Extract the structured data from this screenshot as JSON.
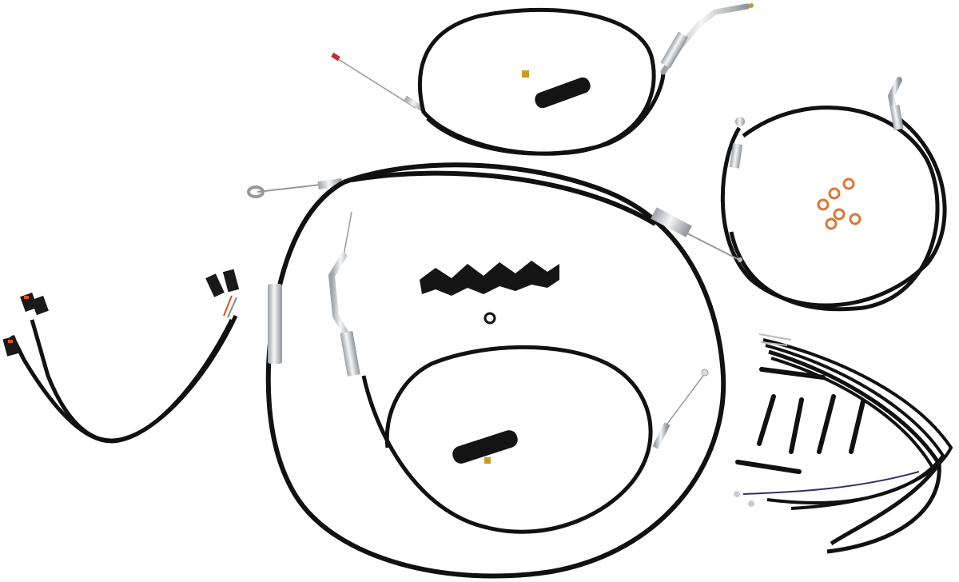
{
  "image": {
    "background": "#ffffff",
    "cable_color": "#111111",
    "chrome_color": "#c9ccd0",
    "washer_color": "#d9773a",
    "brass_color": "#c89a2a",
    "connector_color": "#1a1a1a",
    "connector_accent": "#e05020"
  },
  "components": [
    {
      "name": "throttle-cable-upper",
      "color": "#111111"
    },
    {
      "name": "clutch-cable-main",
      "color": "#111111"
    },
    {
      "name": "throttle-cable-lower",
      "color": "#111111"
    },
    {
      "name": "brake-line-right",
      "color": "#111111"
    },
    {
      "name": "wiring-harness-left",
      "color": "#111111"
    },
    {
      "name": "wire-extension-bundle",
      "color": "#111111"
    },
    {
      "name": "rubber-boot",
      "color": "#151515"
    },
    {
      "name": "crush-washers",
      "color": "#d9773a"
    },
    {
      "name": "heat-shrink-tubes",
      "color": "#111111"
    }
  ]
}
